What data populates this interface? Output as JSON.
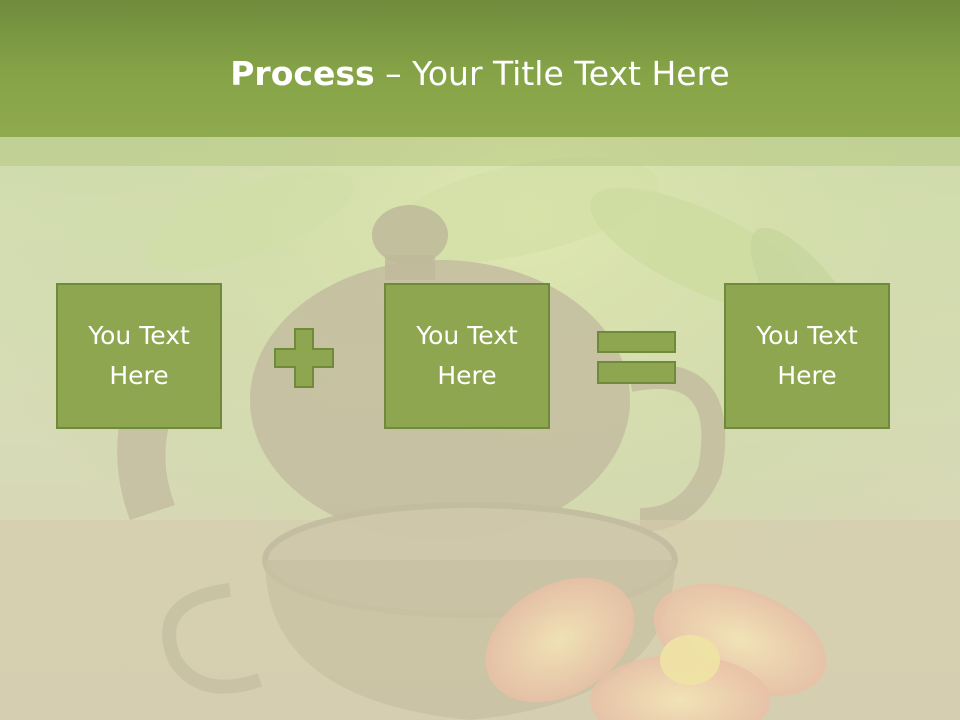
{
  "slide": {
    "title_bold": "Process",
    "title_rest": " – Your Title Text Here",
    "boxes": [
      {
        "label": "You Text Here"
      },
      {
        "label": "You Text Here"
      },
      {
        "label": "You Text Here"
      }
    ],
    "operators": [
      "plus-icon",
      "equals-icon"
    ],
    "colors": {
      "header": "#86a447",
      "box_fill": "#8fa650",
      "box_border": "#6e8a3a",
      "text": "#ffffff"
    }
  }
}
